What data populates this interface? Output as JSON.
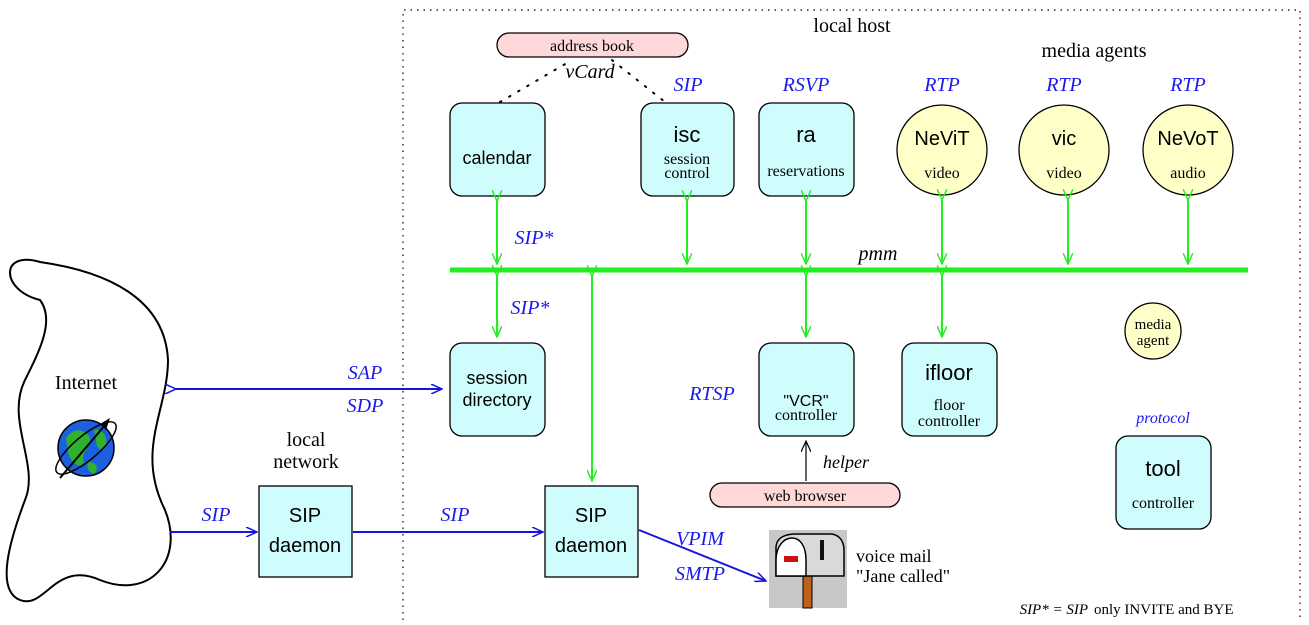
{
  "title": "local host",
  "media_agents_title": "media agents",
  "bus_label": "pmm",
  "footnote_sipstar": "SIP* = SIP",
  "footnote_text": "only INVITE and BYE",
  "internet": {
    "label": "Internet"
  },
  "local_network": {
    "line1": "local",
    "line2": "network"
  },
  "address_book": {
    "label": "address book",
    "link_label": "vCard"
  },
  "web_browser": {
    "label": "web browser",
    "link_label": "helper"
  },
  "voice_mail": {
    "line1": "voice mail",
    "line2": "\"Jane called\""
  },
  "boxes": {
    "calendar": {
      "label": "calendar"
    },
    "isc": {
      "name": "isc",
      "line1": "session",
      "line2": "control",
      "protocol": "SIP"
    },
    "ra": {
      "name": "ra",
      "line1": "reservations",
      "protocol": "RSVP"
    },
    "session_directory": {
      "line1": "session",
      "line2": "directory"
    },
    "vcr": {
      "line1": "\"VCR\"",
      "line2": "controller",
      "protocol": "RTSP"
    },
    "ifloor": {
      "name": "ifloor",
      "line1": "floor",
      "line2": "controller"
    },
    "tool": {
      "name": "tool",
      "line1": "controller",
      "protocol": "protocol"
    },
    "sip_local": {
      "line1": "SIP",
      "line2": "daemon"
    },
    "sip_host": {
      "line1": "SIP",
      "line2": "daemon"
    }
  },
  "agents": {
    "nevit": {
      "name": "NeViT",
      "kind": "video",
      "protocol": "RTP"
    },
    "vic": {
      "name": "vic",
      "kind": "video",
      "protocol": "RTP"
    },
    "nevot": {
      "name": "NeVoT",
      "kind": "audio",
      "protocol": "RTP"
    },
    "legend_agent": {
      "line1": "media",
      "line2": "agent"
    }
  },
  "links": {
    "sip_star_upper": "SIP*",
    "sip_star_lower": "SIP*",
    "sap": "SAP",
    "sdp": "SDP",
    "sip_internet": "SIP",
    "sip_daemons": "SIP",
    "vpim": "VPIM",
    "smtp": "SMTP"
  },
  "colors": {
    "box_fill": "#cffcfc",
    "agent_fill": "#ffffc8",
    "pill_fill": "#ffd9d9",
    "bus": "#22ee22",
    "protocol_text": "#1a1aee"
  }
}
